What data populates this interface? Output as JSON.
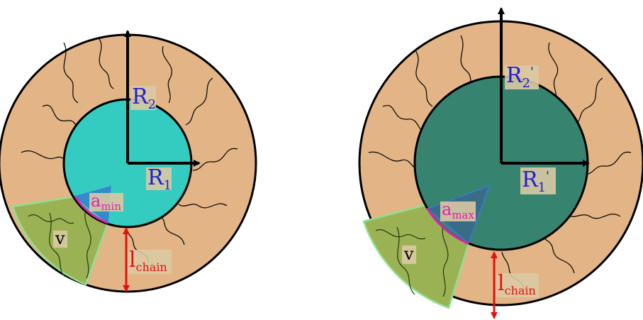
{
  "colors": {
    "shell": "#e3b586",
    "core_small": "#34ccc0",
    "core_large": "#36836f",
    "wedge_v": "#9bb254",
    "wedge_edge": "#8fe08f",
    "angle_small": "#2f87c8",
    "angle_large": "#3a6a8a",
    "arc": "#e020b0",
    "chain_arrow": "#e81010",
    "radius_label": "#2020d0",
    "label_bg": "#d9c9a3",
    "outline": "#000000"
  },
  "left": {
    "r2_label": {
      "base": "R",
      "sub": "2"
    },
    "r1_label": {
      "base": "R",
      "sub": "1"
    },
    "angle_label": {
      "base": "a",
      "sub": "min"
    },
    "volume_label": "v",
    "chain_label": {
      "base": "l",
      "sub": "chain"
    }
  },
  "right": {
    "r2_label": {
      "base": "R",
      "sub": "2",
      "prime": "'"
    },
    "r1_label": {
      "base": "R",
      "sub": "1",
      "prime": "'"
    },
    "angle_label": {
      "base": "a",
      "sub": "max"
    },
    "volume_label": "v",
    "chain_label": {
      "base": "l",
      "sub": "chain"
    }
  }
}
